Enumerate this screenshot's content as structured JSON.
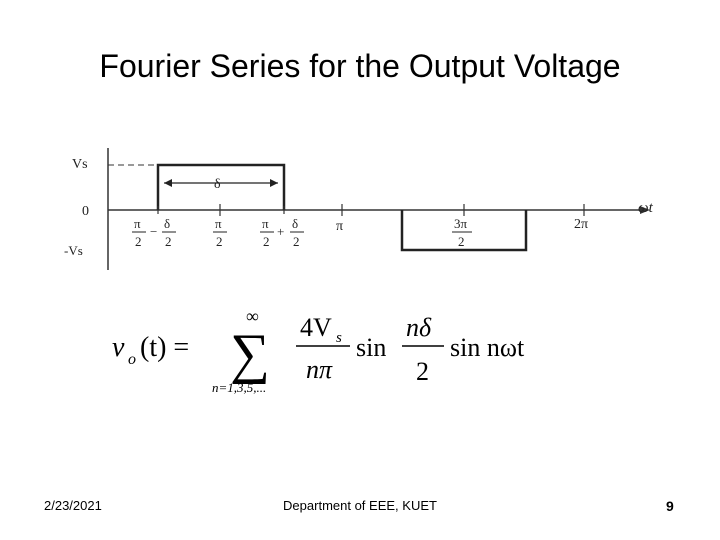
{
  "slide": {
    "title": "Fourier Series for the Output Voltage"
  },
  "waveform": {
    "y_labels": {
      "vs": "Vs",
      "zero": "0",
      "neg_vs": "-Vs"
    },
    "x_axis_label": "ωt",
    "delta_label": "δ",
    "ticks": {
      "t1": {
        "a_num": "π",
        "a_den": "2",
        "op": "−",
        "b_num": "δ",
        "b_den": "2"
      },
      "t2": {
        "num": "π",
        "den": "2"
      },
      "t3": {
        "a_num": "π",
        "a_den": "2",
        "op": "+",
        "b_num": "δ",
        "b_den": "2"
      },
      "t4": {
        "label": "π"
      },
      "t5": {
        "num": "3π",
        "den": "2"
      },
      "t6": {
        "label": "2π"
      }
    }
  },
  "formula": {
    "lhs": "v",
    "lhs_sub": "o",
    "lhs_arg": "(t) =",
    "sum_upper": "∞",
    "sum_symbol": "∑",
    "sum_lower": "n=1,3,5,...",
    "frac1_num": "4V",
    "frac1_num_sub": "s",
    "frac1_den": "nπ",
    "sin1": "sin",
    "frac2_num": "nδ",
    "frac2_den": "2",
    "sin2": "sin nωt"
  },
  "footer": {
    "date": "2/23/2021",
    "department": "Department of EEE, KUET",
    "page": "9"
  }
}
